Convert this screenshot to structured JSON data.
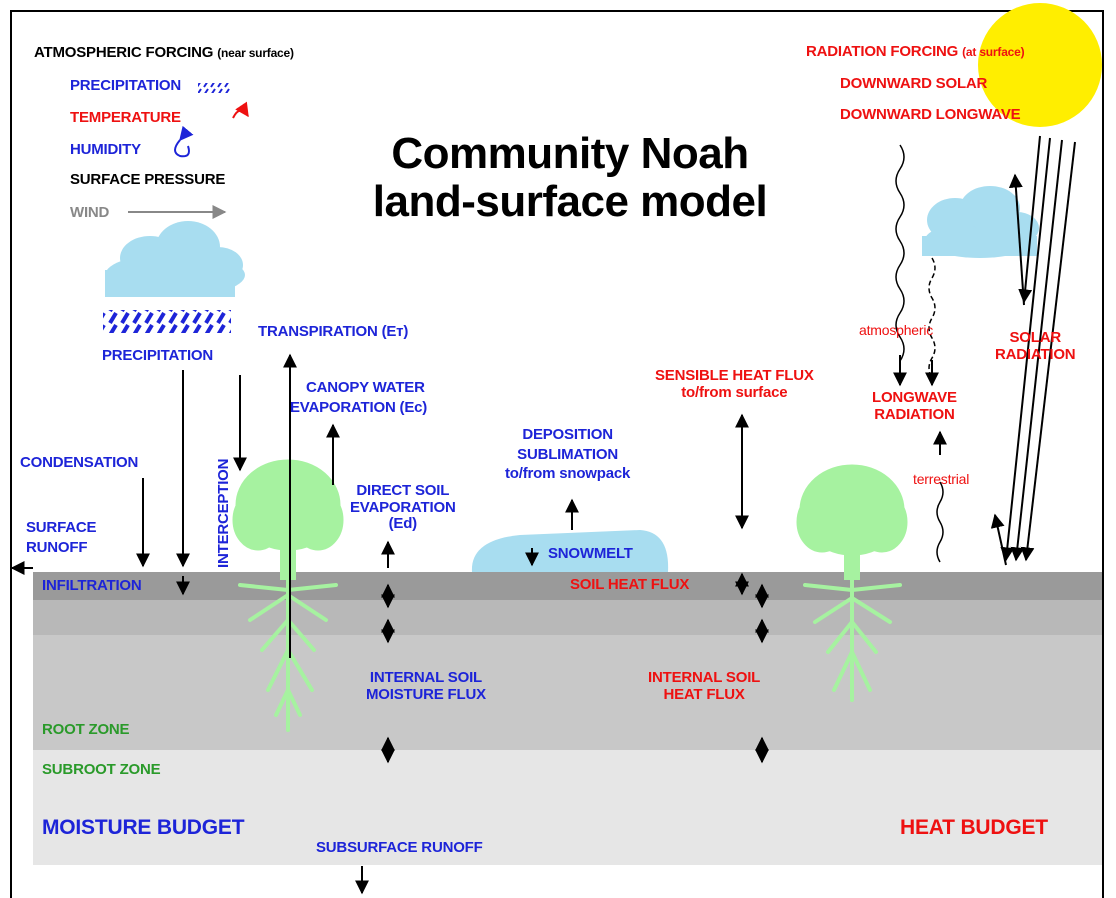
{
  "title": {
    "line1": "Community Noah",
    "line2": "land-surface model"
  },
  "atmospheric_forcing": {
    "heading": "ATMOSPHERIC FORCING",
    "qualifier": "(near surface)",
    "items": [
      "PRECIPITATION",
      "TEMPERATURE",
      "HUMIDITY",
      "SURFACE PRESSURE",
      "WIND"
    ]
  },
  "radiation_forcing": {
    "heading": "RADIATION FORCING",
    "qualifier": "(at surface)",
    "items": [
      "DOWNWARD SOLAR",
      "DOWNWARD LONGWAVE"
    ]
  },
  "labels": {
    "precipitation": "PRECIPITATION",
    "interception": "INTERCEPTION",
    "transpiration": "TRANSPIRATION (Eт)",
    "canopy_water_evap_1": "CANOPY WATER",
    "canopy_water_evap_2": "EVAPORATION (Ec)",
    "condensation": "CONDENSATION",
    "surface_runoff_1": "SURFACE",
    "surface_runoff_2": "RUNOFF",
    "infiltration": "INFILTRATION",
    "direct_soil_evap_1": "DIRECT SOIL",
    "direct_soil_evap_2": "EVAPORATION",
    "direct_soil_evap_3": "(Ed)",
    "deposition_1": "DEPOSITION",
    "deposition_2": "SUBLIMATION",
    "deposition_3": "to/from snowpack",
    "snowmelt": "SNOWMELT",
    "soil_heat_flux": "SOIL HEAT FLUX",
    "sensible_heat_1": "SENSIBLE HEAT FLUX",
    "sensible_heat_2": "to/from surface",
    "atmospheric": "atmospheric",
    "longwave_1": "LONGWAVE",
    "longwave_2": "RADIATION",
    "terrestrial": "terrestrial",
    "solar_1": "SOLAR",
    "solar_2": "RADIATION",
    "internal_moisture_1": "INTERNAL SOIL",
    "internal_moisture_2": "MOISTURE FLUX",
    "internal_heat_1": "INTERNAL SOIL",
    "internal_heat_2": "HEAT FLUX",
    "root_zone": "ROOT ZONE",
    "subroot_zone": "SUBROOT ZONE",
    "moisture_budget": "MOISTURE BUDGET",
    "heat_budget": "HEAT BUDGET",
    "subsurface_runoff": "SUBSURFACE RUNOFF"
  },
  "colors": {
    "water": "#1d24d8",
    "heat": "#ee1111",
    "vegetation": "#a6f2a0",
    "cloud": "#a8ddf0",
    "sun": "#ffee00",
    "soil_top": "#9a9a9a",
    "soil_mid": "#b8b8b8",
    "soil_root": "#c6c6c6",
    "soil_subroot": "#e6e6e6"
  }
}
